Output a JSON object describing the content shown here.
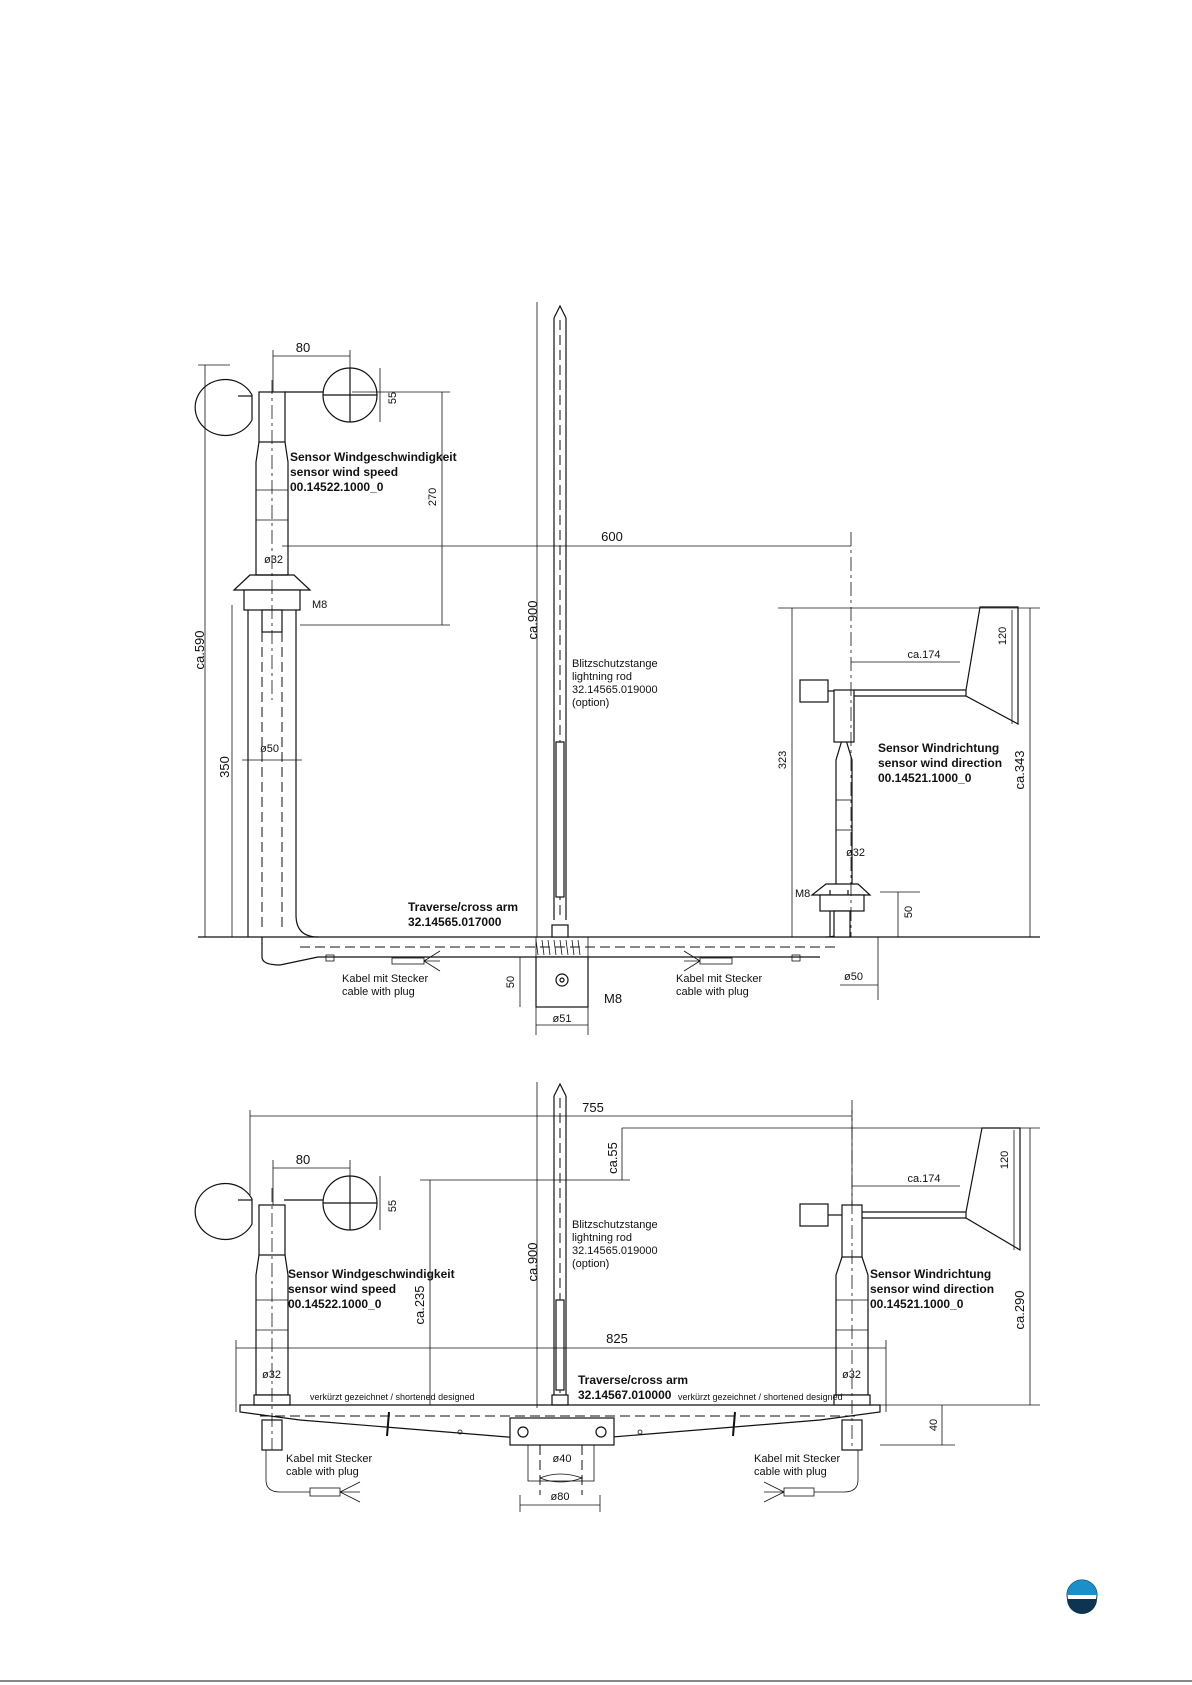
{
  "top_view": {
    "dim_cup_spacing": "80",
    "dim_cup_height": "55",
    "dim_speed_height": "270",
    "dim_arm_spacing": "600",
    "dim_total_height_left": "ca.590",
    "dim_left_height": "350",
    "dim_diam_32_left": "ø32",
    "dim_diam_50_left": "ø50",
    "thread_m8_left": "M8",
    "dim_rod_length": "ca.900",
    "lightning_rod": [
      "Blitzschutzstange",
      "lightning rod",
      "32.14565.019000",
      "(option)"
    ],
    "speed_sensor": [
      "Sensor Windgeschwindigkeit",
      "sensor wind speed",
      "00.14522.1000_0"
    ],
    "direction_sensor": [
      "Sensor Windrichtung",
      "sensor wind direction",
      "00.14521.1000_0"
    ],
    "dim_vane_length": "ca.174",
    "dim_vane_height": "120",
    "dim_dir_height": "323",
    "dim_total_height_right": "ca.343",
    "dim_diam_32_right": "ø32",
    "thread_m8_right": "M8",
    "dim_right_50": "50",
    "dim_diam_50_right": "ø50",
    "cross_arm": [
      "Traverse/cross arm",
      "32.14565.017000"
    ],
    "cable_left": [
      "Kabel mit Stecker",
      "cable with plug"
    ],
    "cable_right": [
      "Kabel mit Stecker",
      "cable with plug"
    ],
    "dim_mount_50": "50",
    "thread_m8_mount": "M8",
    "dim_diam_51": "ø51"
  },
  "bottom_view": {
    "dim_span_755": "755",
    "dim_ca55": "ca.55",
    "dim_vane_height": "120",
    "dim_vane_length": "ca.174",
    "dim_cup_spacing": "80",
    "dim_cup_height": "55",
    "dim_rod_length": "ca.900",
    "lightning_rod": [
      "Blitzschutzstange",
      "lightning rod",
      "32.14565.019000",
      "(option)"
    ],
    "speed_sensor": [
      "Sensor Windgeschwindigkeit",
      "sensor wind speed",
      "00.14522.1000_0"
    ],
    "direction_sensor": [
      "Sensor Windrichtung",
      "sensor wind direction",
      "00.14521.1000_0"
    ],
    "dim_ca235": "ca.235",
    "dim_ca290": "ca.290",
    "dim_span_825": "825",
    "dim_diam_32_left": "ø32",
    "dim_diam_32_right": "ø32",
    "shortened_left": "verkürzt gezeichnet / shortened designed",
    "shortened_right": "verkürzt gezeichnet / shortened designed",
    "cross_arm": [
      "Traverse/cross arm",
      "32.14567.010000"
    ],
    "dim_40": "40",
    "dim_diam_40": "ø40",
    "dim_diam_80": "ø80",
    "cable_left": [
      "Kabel mit Stecker",
      "cable with plug"
    ],
    "cable_right": [
      "Kabel mit Stecker",
      "cable with plug"
    ]
  },
  "colors": {
    "logo_blue": "#1b8fc9",
    "logo_dark": "#0d3552",
    "line": "#111111"
  }
}
